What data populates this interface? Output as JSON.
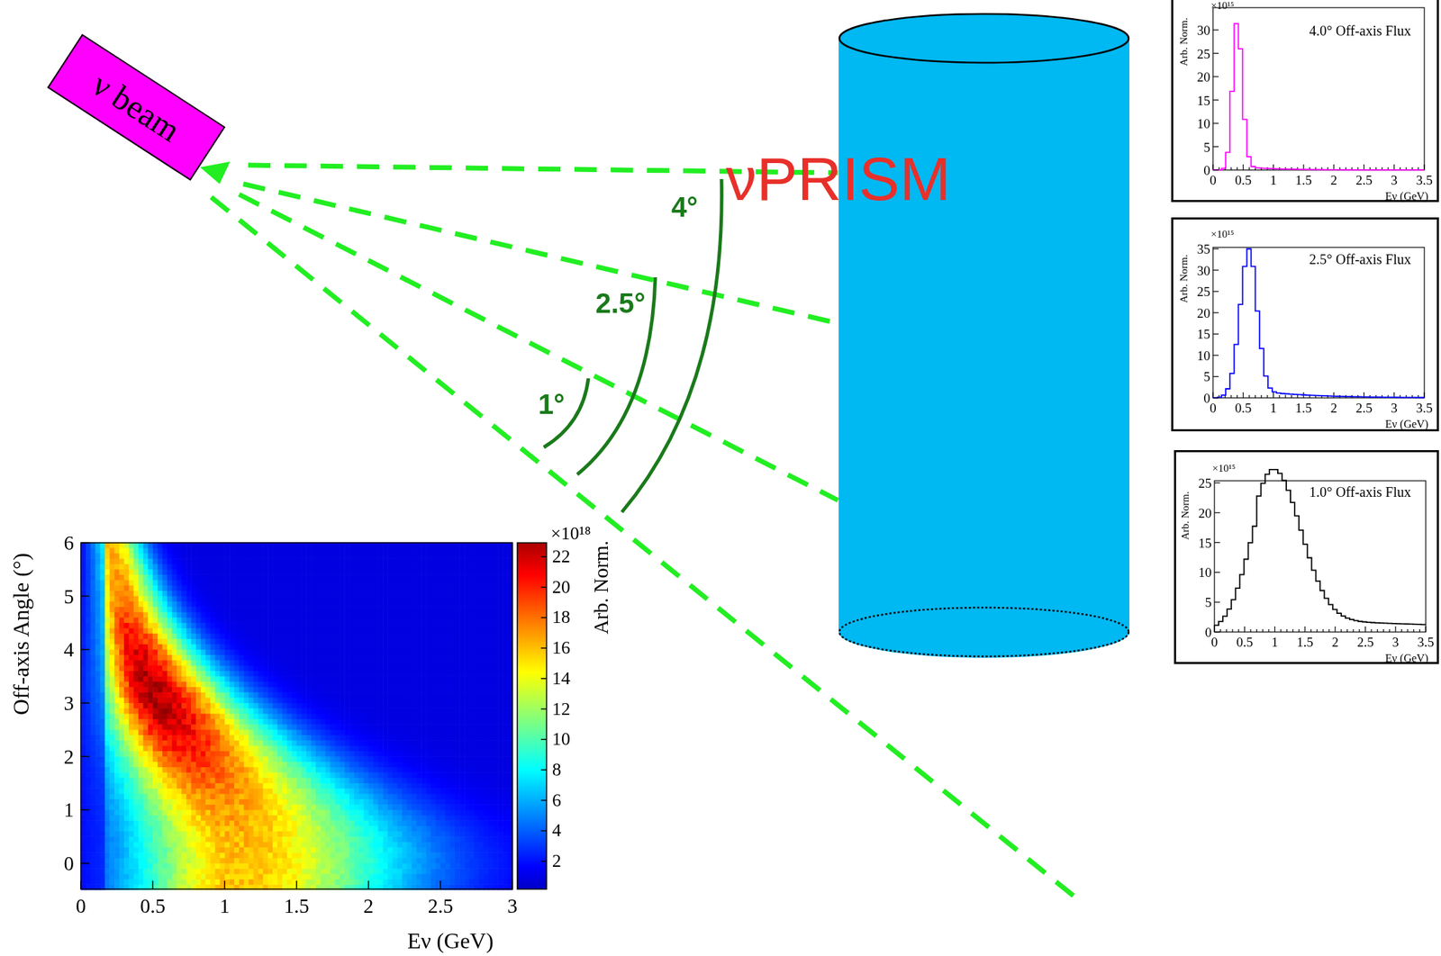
{
  "diagram": {
    "nodes": [
      {
        "text": [
          "ν beam"
        ]
      },
      {
        "text": [
          "νPRISM"
        ]
      },
      {
        "text": [
          "4.0° Off-axis Flux"
        ]
      },
      {
        "text": [
          "2.5° Off-axis Flux"
        ]
      },
      {
        "text": [
          "1.0° Off-axis Flux"
        ]
      }
    ],
    "labels": [
      "4°",
      "2.5°",
      "1°",
      "Off-axis Angle (°)",
      "6",
      "5",
      "4",
      "3",
      "2",
      "1",
      "0",
      "0",
      "0.5",
      "1",
      "1.5",
      "2",
      "2.5",
      "3",
      "Eν (GeV)",
      "×10¹⁸",
      "22",
      "20",
      "18",
      "16",
      "14",
      "12",
      "10",
      "8",
      "6",
      "4",
      "2",
      "Arb. Norm.",
      "×10¹⁵",
      "Arb. Norm.",
      "0",
      "5",
      "10",
      "15",
      "20",
      "25",
      "30",
      "0",
      "0.5",
      "1",
      "1.5",
      "2",
      "2.5",
      "3",
      "3.5",
      "Eν (GeV)",
      "×10¹⁵",
      "Arb. Norm.",
      "0",
      "5",
      "10",
      "15",
      "20",
      "25",
      "30",
      "35",
      "0",
      "0.5",
      "1",
      "1.5",
      "2",
      "2.5",
      "3",
      "3.5",
      "Eν (GeV)",
      "×10¹⁵",
      "Arb. Norm.",
      "0",
      "5",
      "10",
      "15",
      "20",
      "25",
      "0",
      "0.5",
      "1",
      "1.5",
      "2",
      "2.5",
      "3",
      "3.5",
      "Eν (GeV)"
    ]
  }
}
